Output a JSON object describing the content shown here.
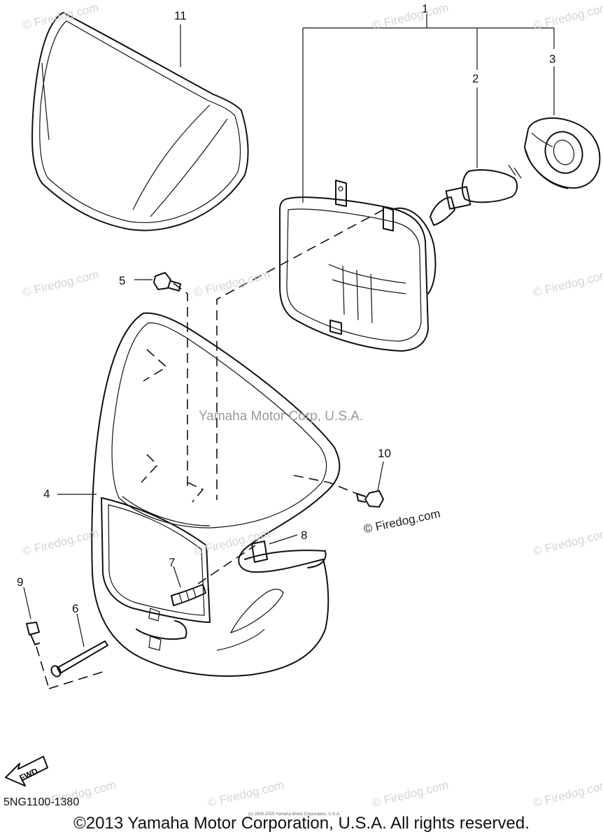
{
  "diagram": {
    "callouts": [
      {
        "id": "c1",
        "text": "1"
      },
      {
        "id": "c2",
        "text": "2"
      },
      {
        "id": "c3",
        "text": "3"
      },
      {
        "id": "c4",
        "text": "4"
      },
      {
        "id": "c5",
        "text": "5"
      },
      {
        "id": "c6",
        "text": "6"
      },
      {
        "id": "c7",
        "text": "7"
      },
      {
        "id": "c8",
        "text": "8"
      },
      {
        "id": "c9",
        "text": "9"
      },
      {
        "id": "c10",
        "text": "10"
      },
      {
        "id": "c11",
        "text": "11"
      }
    ],
    "center_watermark": "Yamaha Motor Corp, U.S.A.",
    "firedog_label": "© Firedog.com",
    "watermark_text": "© Firedog.com",
    "fwd_label": "FWD",
    "part_code": "5NG1100-1380",
    "tiny_notice": "(c) 2005-2015 Yamaha Motor Corporation, U.S.A.",
    "copyright": "©2013 Yamaha Motor Corporation, U.S.A. All rights reserved."
  },
  "colors": {
    "line": "#111111",
    "watermark": "#d4d4d4",
    "background": "#ffffff"
  }
}
